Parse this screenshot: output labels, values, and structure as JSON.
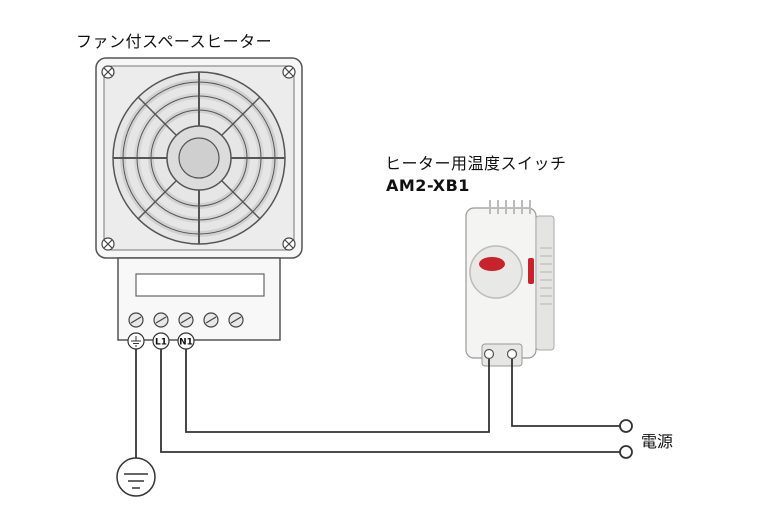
{
  "heater": {
    "title": "ファン付スペースヒーター",
    "terminal_labels": [
      "⏚",
      "L1",
      "N1"
    ]
  },
  "thermostat": {
    "title": "ヒーター用温度スイッチ",
    "model": "AM2-XB1"
  },
  "power_source": {
    "label": "電源"
  }
}
